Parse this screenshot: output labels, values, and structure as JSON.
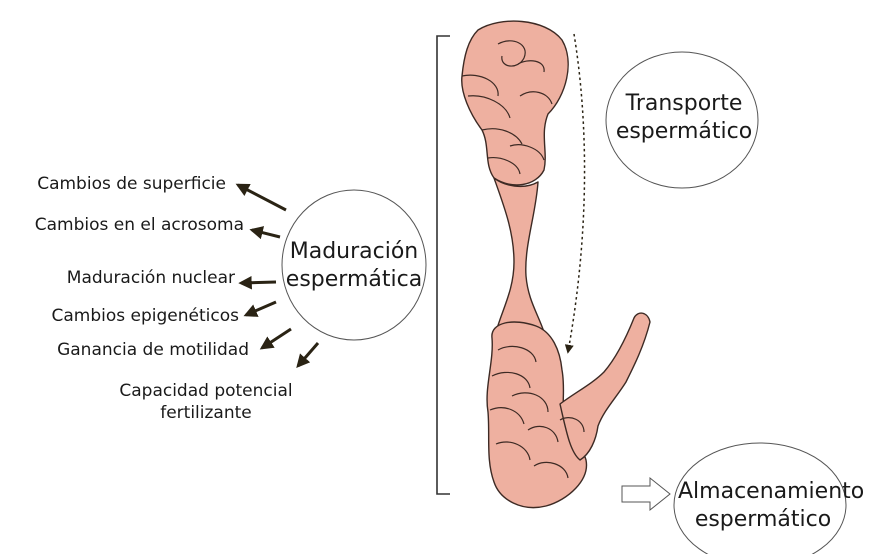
{
  "colors": {
    "organ_fill": "#eeb0a0",
    "organ_stroke": "#3d2a24",
    "arrow": "#2a2314",
    "text": "#1a1a1a"
  },
  "maturation": {
    "title_line1": "Maduración",
    "title_line2": "espermática",
    "changes": [
      "Cambios de superficie",
      "Cambios en el acrosoma",
      "Maduración nuclear",
      "Cambios epigenéticos",
      "Ganancia de motilidad"
    ],
    "fertilizing_line1": "Capacidad potencial",
    "fertilizing_line2": "fertilizante"
  },
  "transport": {
    "title_line1": "Transporte",
    "title_line2": "espermático"
  },
  "storage": {
    "title_line1": "Almacenamiento",
    "title_line2": "espermático"
  }
}
